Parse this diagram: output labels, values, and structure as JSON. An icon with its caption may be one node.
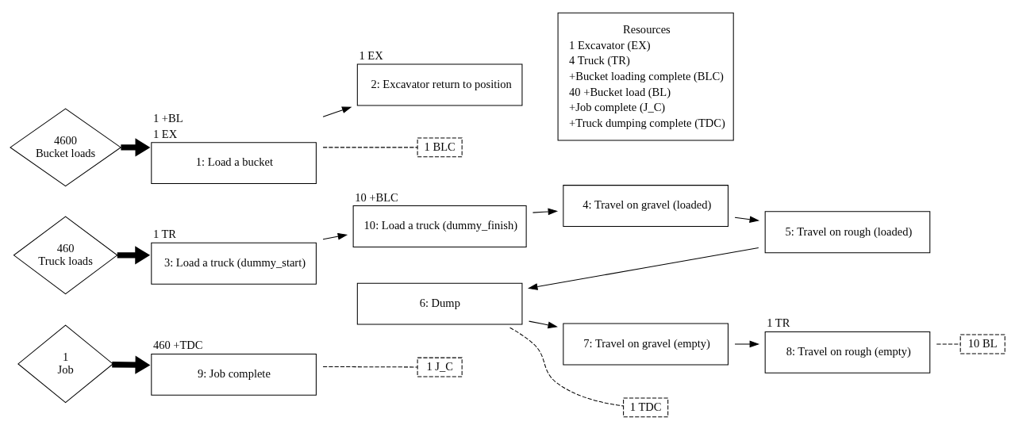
{
  "diagram": {
    "nodes": [
      {
        "text": [
          "4600",
          "Bucket loads"
        ]
      },
      {
        "text": [
          "1: Load a bucket"
        ],
        "beside": [
          "1 +BL",
          "1 EX"
        ]
      },
      {
        "text": [
          "2: Excavator return to position"
        ],
        "beside": [
          "1 EX"
        ]
      },
      {
        "text": [
          "1 BLC"
        ]
      },
      {
        "text": [
          "Resources",
          "1 Excavator (EX)",
          "4 Truck (TR)",
          "+Bucket loading complete (BLC)",
          "40 +Bucket load (BL)",
          "+Job complete (J_C)",
          "+Truck dumping complete (TDC)"
        ]
      },
      {
        "text": [
          "460",
          "Truck loads"
        ]
      },
      {
        "text": [
          "3: Load a truck (dummy_start)"
        ],
        "beside": [
          "1 TR"
        ]
      },
      {
        "text": [
          "10: Load a truck (dummy_finish)"
        ],
        "beside": [
          "10 +BLC"
        ]
      },
      {
        "text": [
          "4: Travel on gravel (loaded)"
        ]
      },
      {
        "text": [
          "5: Travel on rough (loaded)"
        ]
      },
      {
        "text": [
          "6: Dump"
        ]
      },
      {
        "text": [
          "7: Travel on gravel (empty)"
        ]
      },
      {
        "text": [
          "8: Travel on rough (empty)"
        ],
        "beside": [
          "1 TR"
        ]
      },
      {
        "text": [
          "1 TDC"
        ]
      },
      {
        "text": [
          "10 BL"
        ]
      },
      {
        "text": [
          "1",
          "Job"
        ]
      },
      {
        "text": [
          "9: Job complete"
        ],
        "beside": [
          "460 +TDC"
        ]
      },
      {
        "text": [
          "1 J_C"
        ]
      }
    ],
    "edges": [
      {
        "from": 0,
        "to": 1,
        "arrow": "to",
        "style": "thick"
      },
      {
        "from": 1,
        "to": 2,
        "arrow": "to"
      },
      {
        "from": 1,
        "to": 3,
        "arrow": "none",
        "style": "dashed"
      },
      {
        "from": 5,
        "to": 6,
        "arrow": "to",
        "style": "thick"
      },
      {
        "from": 6,
        "to": 7,
        "arrow": "to"
      },
      {
        "from": 7,
        "to": 8,
        "arrow": "to"
      },
      {
        "from": 8,
        "to": 9,
        "arrow": "to"
      },
      {
        "from": 9,
        "to": 10,
        "arrow": "to"
      },
      {
        "from": 10,
        "to": 11,
        "arrow": "to"
      },
      {
        "from": 11,
        "to": 12,
        "arrow": "to"
      },
      {
        "from": 10,
        "to": 13,
        "arrow": "none",
        "style": "dashed"
      },
      {
        "from": 12,
        "to": 14,
        "arrow": "none",
        "style": "dashed"
      },
      {
        "from": 15,
        "to": 16,
        "arrow": "to",
        "style": "thick"
      },
      {
        "from": 16,
        "to": 17,
        "arrow": "none",
        "style": "dashed"
      }
    ]
  }
}
